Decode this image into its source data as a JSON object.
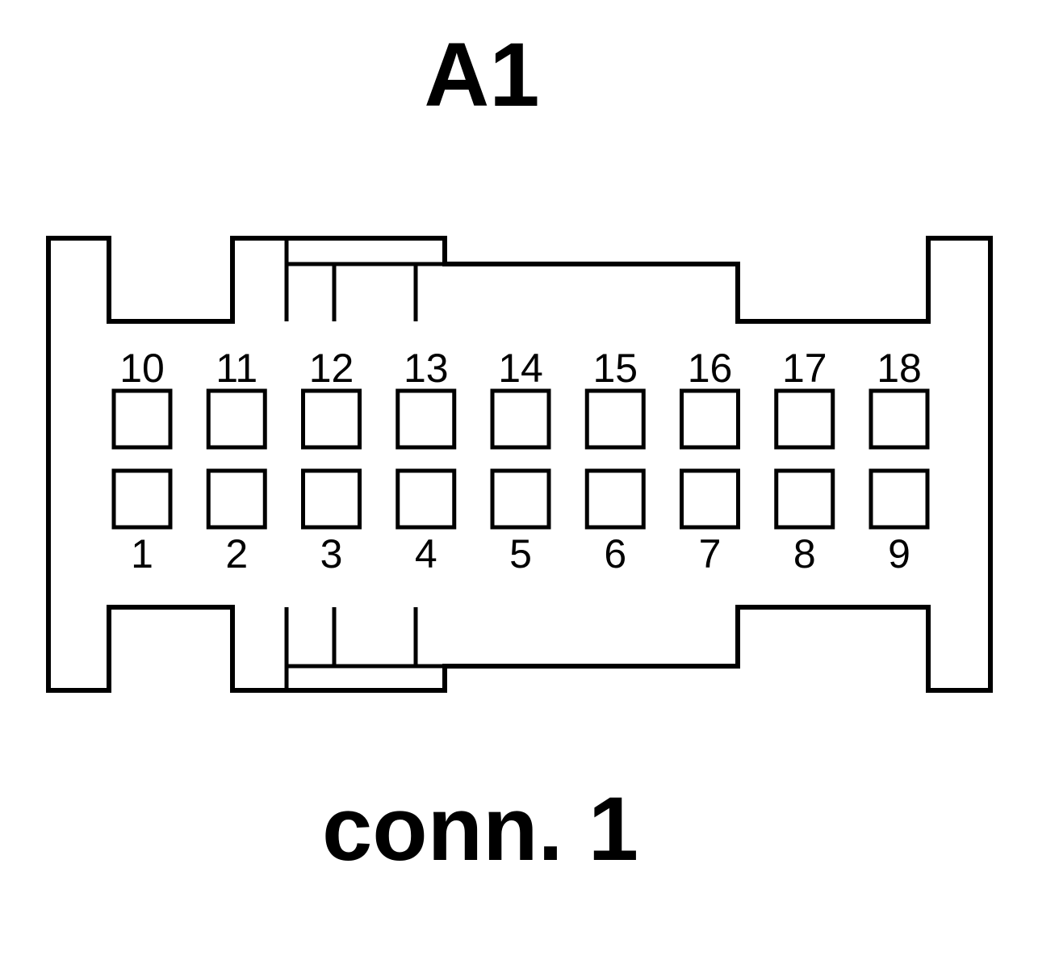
{
  "connector": {
    "id_label": "A1",
    "caption": "conn. 1"
  },
  "pins": {
    "top_row": [
      "10",
      "11",
      "12",
      "13",
      "14",
      "15",
      "16",
      "17",
      "18"
    ],
    "bottom_row": [
      "1",
      "2",
      "3",
      "4",
      "5",
      "6",
      "7",
      "8",
      "9"
    ]
  },
  "colors": {
    "line": "#000000",
    "background": "#ffffff"
  }
}
